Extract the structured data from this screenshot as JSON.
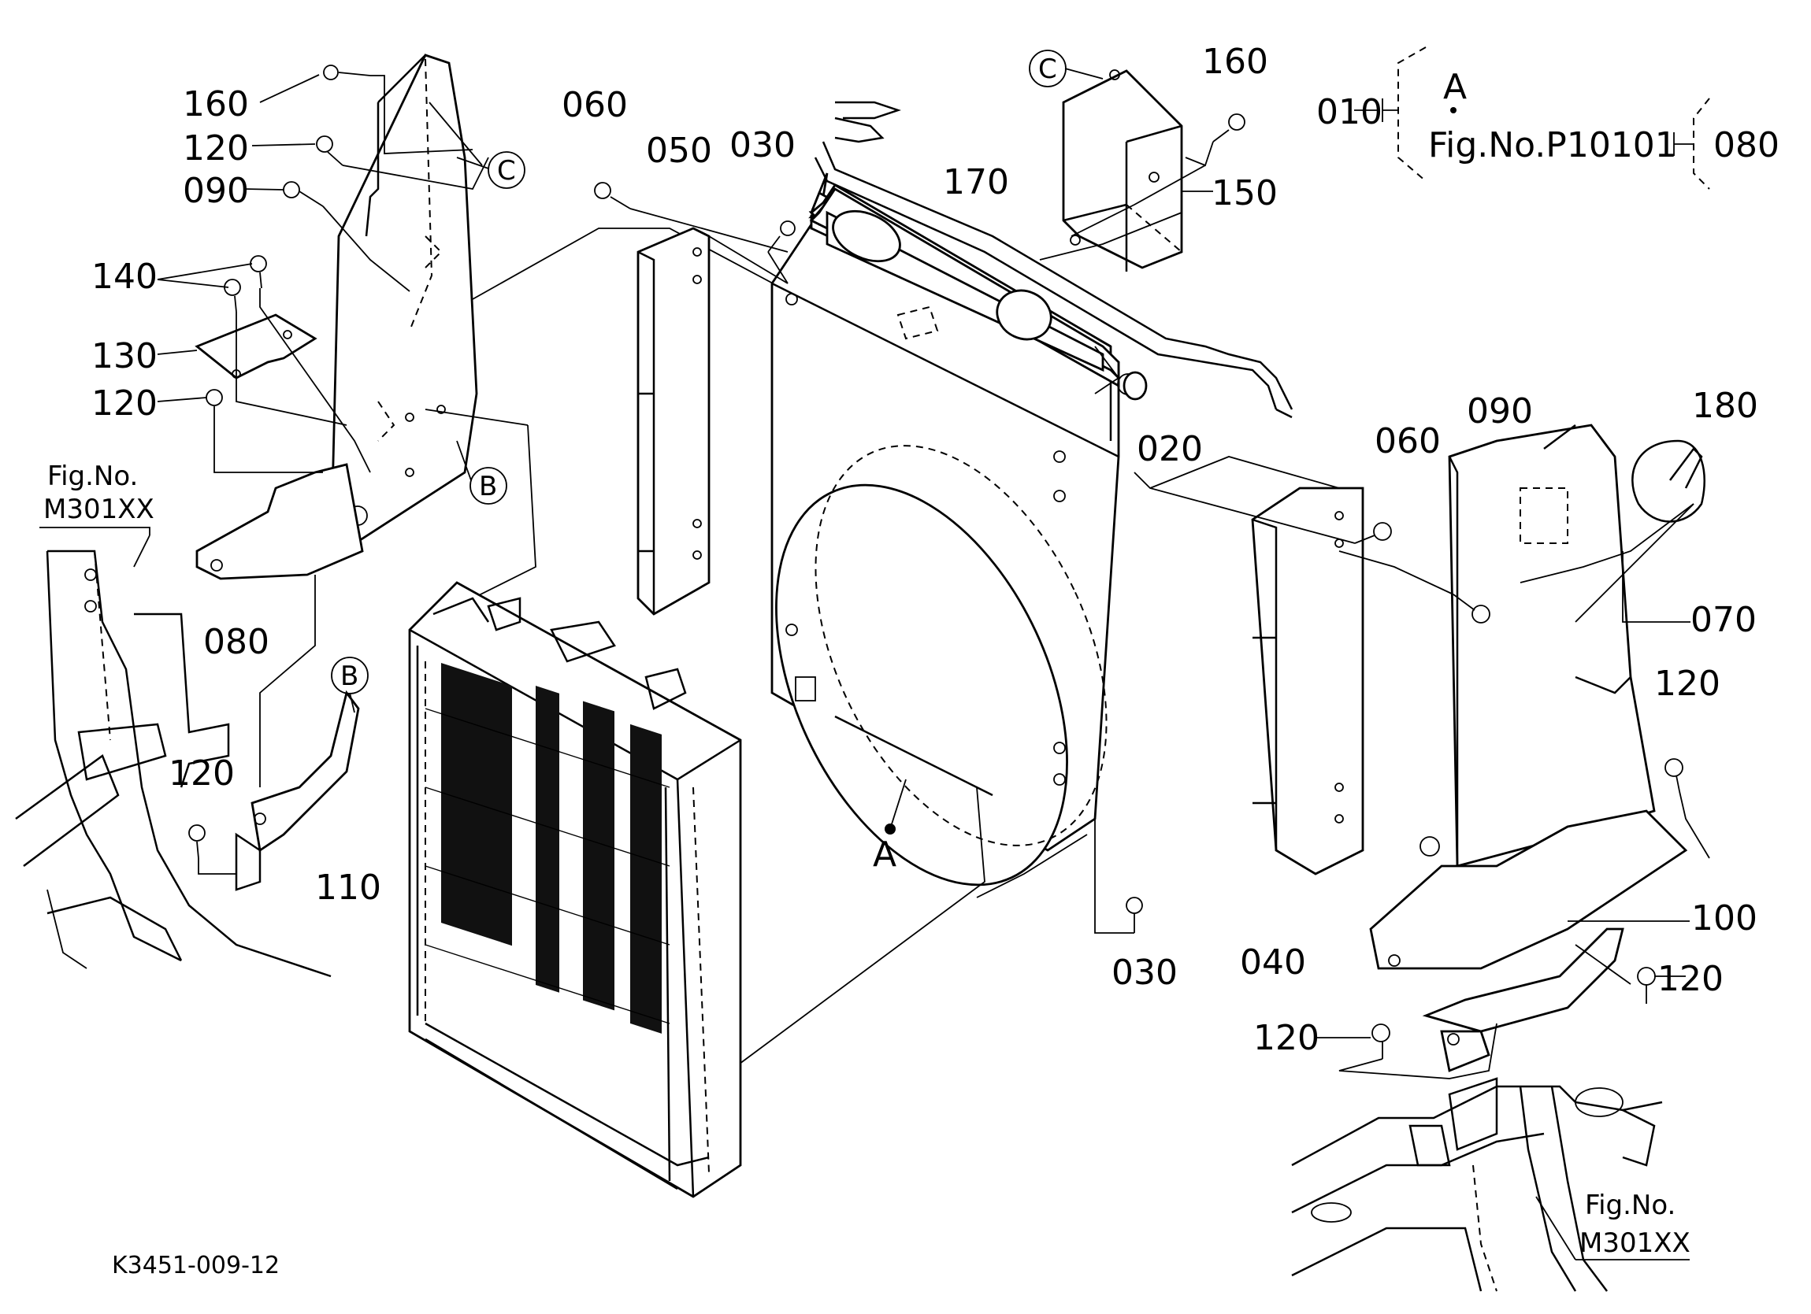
{
  "drawing_id": "K3451-009-12",
  "ref_block": {
    "left_num": "010",
    "right_num": "080",
    "letter": "A",
    "fig": "Fig.No.P10101"
  },
  "fig_refs": [
    {
      "line1": "Fig.No.",
      "line2": "M301XX"
    },
    {
      "line1": "Fig.No.",
      "line2": "M301XX"
    }
  ],
  "callouts": {
    "c1": "C",
    "c2": "C",
    "b1": "B",
    "b2": "B"
  },
  "letter_a": "A",
  "parts": [
    "160",
    "120",
    "090",
    "140",
    "130",
    "120",
    "080",
    "120",
    "110",
    "060",
    "050",
    "030",
    "170",
    "160",
    "150",
    "020",
    "030",
    "060",
    "090",
    "180",
    "070",
    "120",
    "040",
    "100",
    "120",
    "120"
  ]
}
